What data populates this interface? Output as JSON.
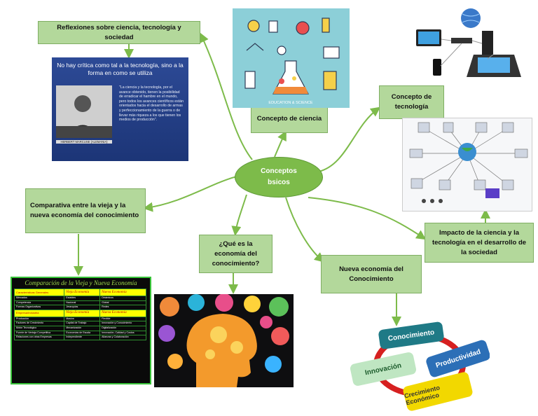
{
  "center": {
    "line1": "Conceptos",
    "line2": "bsicos"
  },
  "boxes": {
    "reflexiones": "Reflexiones sobre ciencia, tecnología y sociedad",
    "ciencia": "Concepto de ciencia",
    "tecnologia": "Concepto de tecnología",
    "comparativa": "Comparativa entre la vieja y la nueva economía del conocimiento",
    "que_es": "¿Qué es la economía del conocimiento?",
    "nueva": "Nueva economía del Conocimiento",
    "impacto": "Impacto de la ciencia y la tecnología en el desarrollo de la sociedad"
  },
  "science_image": {
    "caption": "EDUCATION & SCIENCE"
  },
  "quote_image": {
    "headline": "No hay crítica como tal a la tecnología, sino a la forma en como se utiliza",
    "body": "\"La ciencia y la tecnología, por el avance obtenido, tienen la posibilidad de erradicar el hambre en el mundo, pero todos los avances científicos están orientados hacia el desarrollo de armas y perfeccionamiento de la guerra o de llevar más riqueza a los que tienen los medios de producción\".",
    "caption": "HERBERT MARCUSE (ALEMANIA)"
  },
  "comparison_table": {
    "title": "Comparación de la Vieja y Nueva Economía",
    "header1": [
      "Características Generales",
      "Vieja Economía",
      "Nueva Economía"
    ],
    "rows1": [
      [
        "Mercados",
        "Estables",
        "Dinámicos"
      ],
      [
        "Competencia",
        "Nacional",
        "Global"
      ],
      [
        "Formas Organizativas",
        "Jerarquías",
        "Redes"
      ]
    ],
    "header2": [
      "Empresa/Industria",
      "Vieja Economía",
      "Nueva Economía"
    ],
    "rows2": [
      [
        "Producción",
        "Masiva",
        "Flexible"
      ],
      [
        "Factores de Crecimiento",
        "Capital de Trabajo",
        "Innovación y Conocimiento"
      ],
      [
        "Motor Tecnológico",
        "Mecanización",
        "Digitalización"
      ],
      [
        "Fuente de Ventaja Competitiva",
        "Economías de Escala",
        "Innovación, Calidad y Costos"
      ],
      [
        "Relaciones con otras Empresas",
        "Independiente",
        "Alianzas y Colaboración"
      ]
    ]
  },
  "cycle": {
    "items": [
      "Conocimiento",
      "Productividad",
      "Crecimiento Económico",
      "Innovación"
    ],
    "colors": [
      "#1f7a86",
      "#2c6fb7",
      "#f2d800",
      "#bfe6c2"
    ]
  },
  "colors": {
    "box_fill": "#b3d89b",
    "box_border": "#7fae63",
    "center_fill": "#7dbb4a",
    "link": "#7dbb4a"
  }
}
